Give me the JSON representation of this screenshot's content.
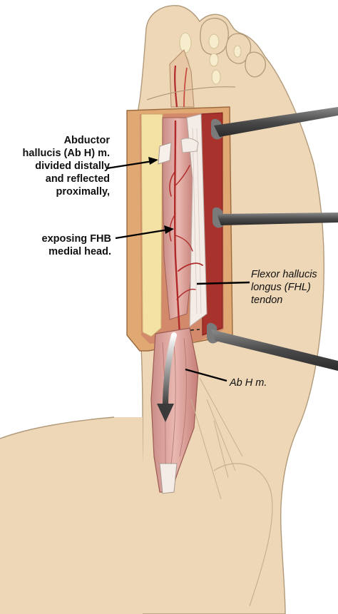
{
  "figure": {
    "labels": {
      "abductor_reflected": "Abductor\nhallucis (Ab H) m.\ndivided distally\nand reflected\nproximally,",
      "exposing_fhb": "exposing FHB\nmedial head.",
      "fhl_tendon": "Flexor hallucis\nlongus (FHL)\ntendon",
      "ab_h_muscle": "Ab H m."
    }
  },
  "colors": {
    "skin": "#eed7b6",
    "skin_outline": "#b09a7a",
    "incision_wall": "#e0a873",
    "fat_layer": "#f4e1a4",
    "muscle": "#d9a09a",
    "deep_muscle": "#b24a45",
    "vessel": "#b02a2a",
    "tendon": "#f3ece7",
    "retractor": "#5a5a5a",
    "arrow": "#555555"
  }
}
